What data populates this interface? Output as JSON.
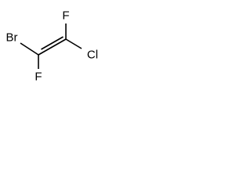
{
  "molecule": {
    "atoms": {
      "bromine": "Br",
      "fluorine_top": "F",
      "chlorine": "Cl",
      "fluorine_bottom": "F"
    },
    "bonds": [
      {
        "from": "bromine",
        "to": "carbon_left",
        "order": 1
      },
      {
        "from": "carbon_left",
        "to": "fluorine_bottom",
        "order": 1
      },
      {
        "from": "carbon_left",
        "to": "carbon_right",
        "order": 2
      },
      {
        "from": "carbon_right",
        "to": "fluorine_top",
        "order": 1
      },
      {
        "from": "carbon_right",
        "to": "chlorine",
        "order": 1
      }
    ]
  }
}
